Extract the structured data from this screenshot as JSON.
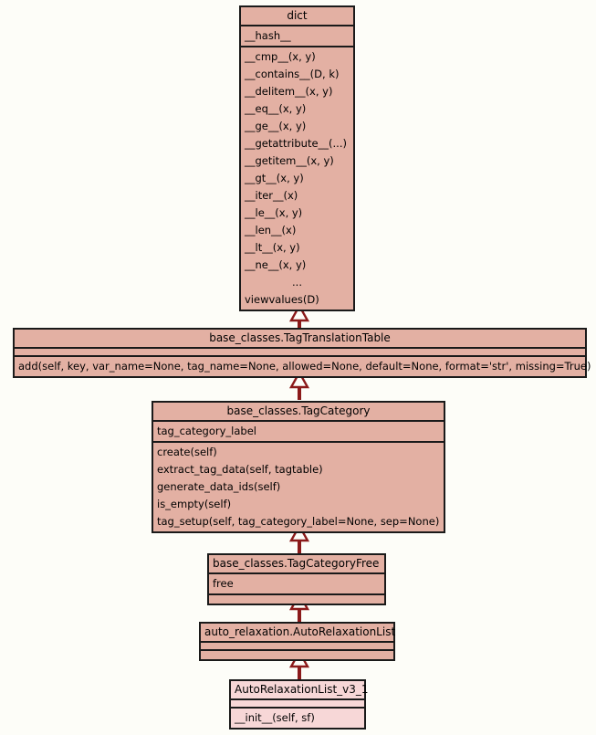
{
  "diagram": {
    "kind": "uml-class-diagram",
    "background_color": "#fdfdf8",
    "class_fill_color": "#e3b0a3",
    "class_fill_color_light": "#f7d7d7",
    "border_color": "#1a1a1a",
    "connector_color": "#8b1a1a"
  },
  "classes": [
    {
      "id": "dict",
      "name": "dict",
      "attributes": [
        "__hash__"
      ],
      "methods": [
        "__cmp__(x, y)",
        "__contains__(D, k)",
        "__delitem__(x, y)",
        "__eq__(x, y)",
        "__ge__(x, y)",
        "__getattribute__(...)",
        "__getitem__(x, y)",
        "__gt__(x, y)",
        "__iter__(x)",
        "__le__(x, y)",
        "__len__(x)",
        "__lt__(x, y)",
        "__ne__(x, y)",
        "...",
        "viewvalues(D)"
      ]
    },
    {
      "id": "tagtranslationtable",
      "name": "base_classes.TagTranslationTable",
      "attributes": [],
      "methods": [
        "add(self, key, var_name=None, tag_name=None, allowed=None, default=None, format='str', missing=True)"
      ]
    },
    {
      "id": "tagcategory",
      "name": "base_classes.TagCategory",
      "attributes": [
        "tag_category_label"
      ],
      "methods": [
        "create(self)",
        "extract_tag_data(self, tagtable)",
        "generate_data_ids(self)",
        "is_empty(self)",
        "tag_setup(self, tag_category_label=None, sep=None)"
      ]
    },
    {
      "id": "tagcategoryfree",
      "name": "base_classes.TagCategoryFree",
      "attributes": [
        "free"
      ],
      "methods": []
    },
    {
      "id": "autorelaxationlist",
      "name": "auto_relaxation.AutoRelaxationList",
      "attributes": [],
      "methods": []
    },
    {
      "id": "autorelaxationlist_v3_1",
      "name": "AutoRelaxationList_v3_1",
      "attributes": [],
      "methods": [
        "__init__(self, sf)"
      ]
    }
  ],
  "relationships": [
    {
      "type": "inheritance",
      "from": "tagtranslationtable",
      "to": "dict"
    },
    {
      "type": "inheritance",
      "from": "tagcategory",
      "to": "tagtranslationtable"
    },
    {
      "type": "inheritance",
      "from": "tagcategoryfree",
      "to": "tagcategory"
    },
    {
      "type": "inheritance",
      "from": "autorelaxationlist",
      "to": "tagcategoryfree"
    },
    {
      "type": "inheritance",
      "from": "autorelaxationlist_v3_1",
      "to": "autorelaxationlist"
    }
  ]
}
